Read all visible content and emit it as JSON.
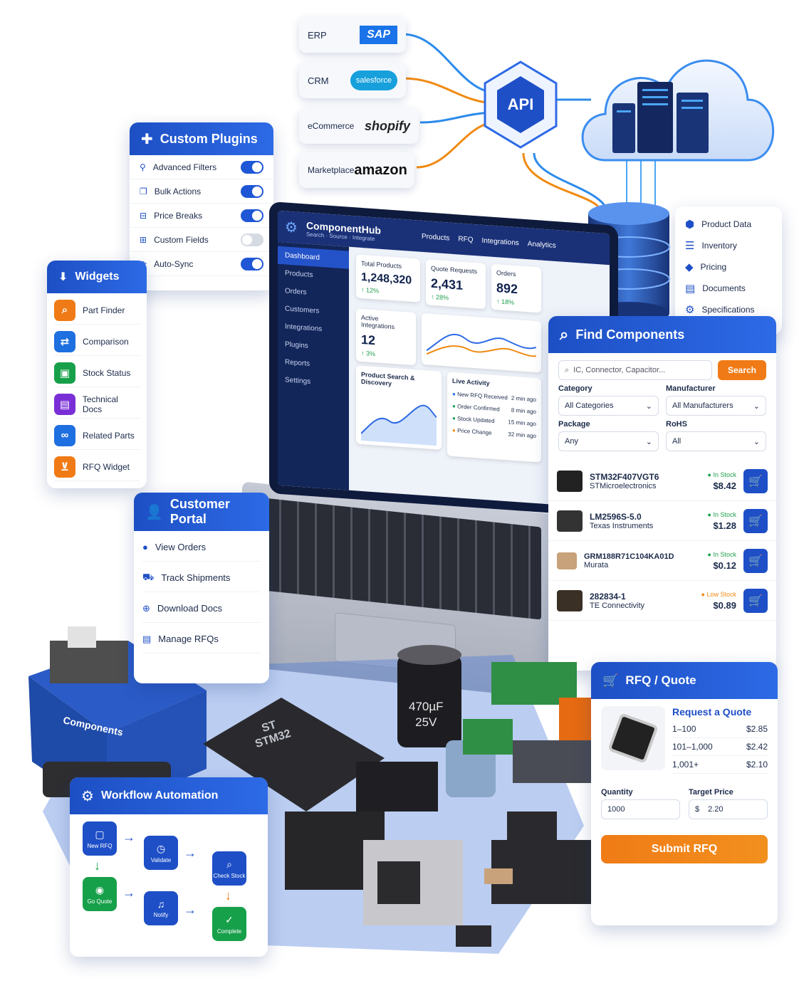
{
  "integrations": [
    {
      "label": "ERP",
      "logo": "SAP"
    },
    {
      "label": "CRM",
      "logo": "salesforce"
    },
    {
      "label": "eCommerce",
      "logo": "shopify"
    },
    {
      "label": "Marketplace",
      "logo": "amazon"
    }
  ],
  "api_hub": {
    "label": "API"
  },
  "data_store": {
    "items": [
      {
        "icon": "cube-icon",
        "label": "Product Data"
      },
      {
        "icon": "database-icon",
        "label": "Inventory"
      },
      {
        "icon": "tag-icon",
        "label": "Pricing"
      },
      {
        "icon": "document-icon",
        "label": "Documents"
      },
      {
        "icon": "gear-icon",
        "label": "Specifications"
      }
    ]
  },
  "plugins": {
    "title": "Custom Plugins",
    "items": [
      {
        "label": "Advanced Filters",
        "on": true
      },
      {
        "label": "Bulk Actions",
        "on": true
      },
      {
        "label": "Price Breaks",
        "on": true
      },
      {
        "label": "Custom Fields",
        "on": false
      },
      {
        "label": "Auto-Sync",
        "on": true
      }
    ]
  },
  "widgets": {
    "title": "Widgets",
    "items": [
      {
        "label": "Part Finder",
        "color": "#f07b16",
        "glyph": "⌕"
      },
      {
        "label": "Comparison",
        "color": "#1e6fe0",
        "glyph": "⇄"
      },
      {
        "label": "Stock Status",
        "color": "#17a04a",
        "glyph": "▣"
      },
      {
        "label": "Technical Docs",
        "color": "#7a2fd6",
        "glyph": "▤"
      },
      {
        "label": "Related Parts",
        "color": "#1e6fe0",
        "glyph": "∞"
      },
      {
        "label": "RFQ Widget",
        "color": "#f07b16",
        "glyph": "🛒"
      }
    ]
  },
  "laptop": {
    "brand": "ComponentHub",
    "tagline": "Search · Source · Integrate",
    "nav": [
      "Products",
      "RFQ",
      "Integrations",
      "Analytics"
    ],
    "sidebar": [
      "Dashboard",
      "Products",
      "Orders",
      "Customers",
      "Integrations",
      "Plugins",
      "Reports",
      "Settings"
    ],
    "stats": [
      {
        "label": "Total Products",
        "value": "1,248,320",
        "delta": "↑ 12%"
      },
      {
        "label": "Quote Requests",
        "value": "2,431",
        "delta": "↑ 28%"
      },
      {
        "label": "Orders",
        "value": "892",
        "delta": "↑ 18%"
      },
      {
        "label": "Active Integrations",
        "value": "12",
        "delta": "↑ 3%"
      }
    ],
    "search_panel_title": "Product Search & Discovery",
    "activity": {
      "title": "Live Activity",
      "items": [
        {
          "label": "New RFQ Received",
          "time": "2 min ago",
          "color": "#1e6fe0"
        },
        {
          "label": "Order Confirmed",
          "time": "8 min ago",
          "color": "#17a04a"
        },
        {
          "label": "Stock Updated",
          "time": "15 min ago",
          "color": "#17a04a"
        },
        {
          "label": "Price Change",
          "time": "32 min ago",
          "color": "#f08a12"
        }
      ]
    }
  },
  "find": {
    "title": "Find Components",
    "search_placeholder": "IC, Connector, Capacitor...",
    "search_button": "Search",
    "category_label": "Category",
    "category_value": "All Categories",
    "manufacturer_label": "Manufacturer",
    "manufacturer_value": "All Manufacturers",
    "package_label": "Package",
    "package_value": "Any",
    "rohs_label": "RoHS",
    "rohs_value": "All",
    "results": [
      {
        "part": "STM32F407VGT6",
        "mfr": "STMicroelectronics",
        "stock": "In Stock",
        "price": "$8.42",
        "low": false
      },
      {
        "part": "LM2596S-5.0",
        "mfr": "Texas Instruments",
        "stock": "In Stock",
        "price": "$1.28",
        "low": false
      },
      {
        "part": "GRM188R71C104KA01D",
        "mfr": "Murata",
        "stock": "In Stock",
        "price": "$0.12",
        "low": false
      },
      {
        "part": "282834-1",
        "mfr": "TE Connectivity",
        "stock": "Low Stock",
        "price": "$0.89",
        "low": true
      }
    ]
  },
  "portal": {
    "title": "Customer Portal",
    "items": [
      "View Orders",
      "Track Shipments",
      "Download Docs",
      "Manage RFQs"
    ]
  },
  "box": {
    "label": "Components"
  },
  "parts": {
    "cap_value": "470µF",
    "cap_voltage": "25V",
    "mcu_brand": "ST",
    "mcu_name": "STM32"
  },
  "workflow": {
    "title": "Workflow Automation",
    "steps": [
      "New RFQ",
      "Validate",
      "Check Stock",
      "Go Quote",
      "Notify",
      "Complete"
    ]
  },
  "rfq": {
    "title": "RFQ / Quote",
    "heading": "Request a Quote",
    "tiers": [
      {
        "range": "1–100",
        "price": "$2.85"
      },
      {
        "range": "101–1,000",
        "price": "$2.42"
      },
      {
        "range": "1,001+",
        "price": "$2.10"
      }
    ],
    "quantity_label": "Quantity",
    "quantity_value": "1000",
    "target_label": "Target Price",
    "target_currency": "$",
    "target_value": "2.20",
    "submit": "Submit RFQ"
  }
}
